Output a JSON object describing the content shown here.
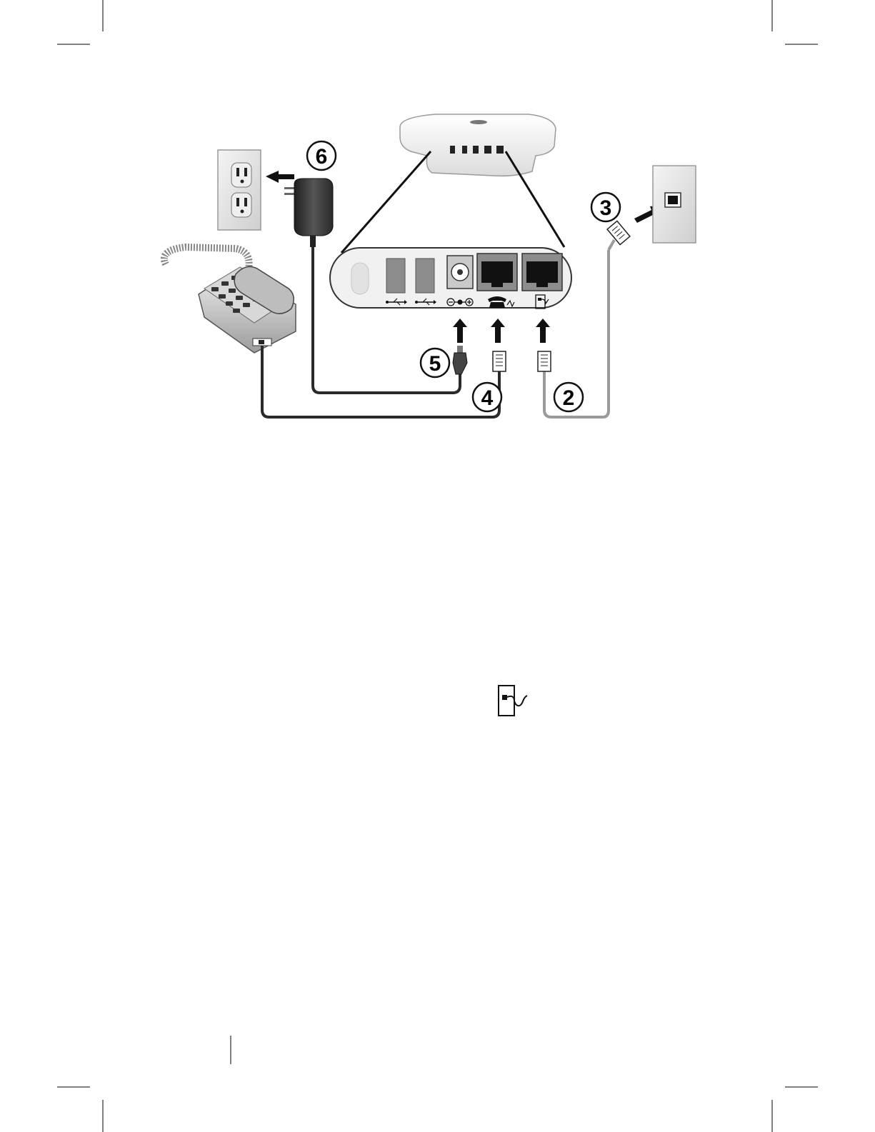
{
  "steps": {
    "modem_line": "2",
    "wall_jack": "3",
    "phone_port": "4",
    "power_plug": "5",
    "power_adapter": "6"
  },
  "icons": {
    "usb_port_1": "usb-icon",
    "usb_port_2": "usb-icon",
    "power_port": "dc-polarity-icon",
    "phone_port": "telephone-icon",
    "line_port": "phone-line-wall-icon",
    "page_symbol": "phone-line-wall-icon"
  },
  "colors": {
    "black_cable": "#2a2a2a",
    "gray_cable": "#9a9a9a",
    "port_gray": "#8c8c8c",
    "plate_gray": "#e6e6e6",
    "adapter": "#3a3a3a"
  }
}
